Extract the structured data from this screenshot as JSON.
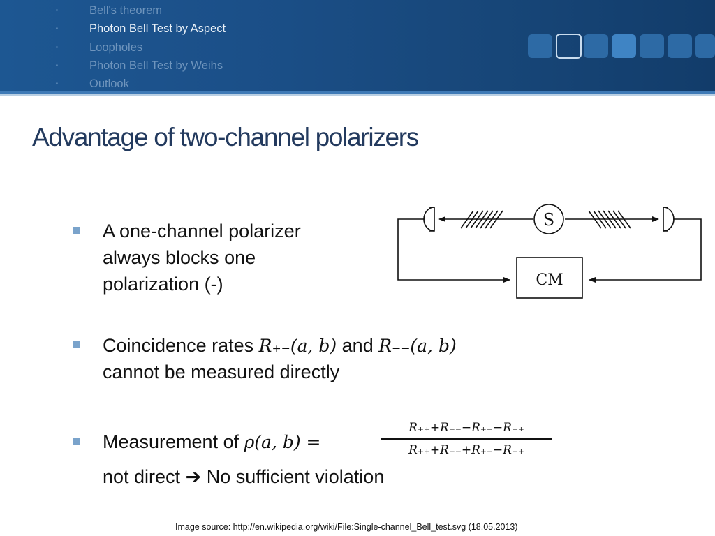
{
  "nav": {
    "items": [
      {
        "label": "Bell's theorem",
        "state": "dim"
      },
      {
        "label": "Photon Bell Test by Aspect",
        "state": "active"
      },
      {
        "label": "Loopholes",
        "state": "dim"
      },
      {
        "label": "Photon Bell Test by Weihs",
        "state": "dim"
      },
      {
        "label": "Outlook",
        "state": "dim"
      }
    ],
    "bullet_glyph": "▪"
  },
  "slide": {
    "title": "Advantage of two-channel polarizers"
  },
  "bullets": {
    "b1": {
      "line1": "A one-channel polarizer",
      "line2": "always blocks one",
      "line3": "polarization (-)"
    },
    "b2": {
      "pre": "Coincidence rates ",
      "r1": "R₊₋(a, b)",
      "mid": " and ",
      "r2": "R₋₋(a, b)",
      "line2": "cannot be measured directly"
    },
    "b3": {
      "pre": "Measurement of ",
      "rho": "ρ(a, b) =",
      "num": "R₊₊+R₋₋−R₊₋−R₋₊",
      "den": "R₊₊+R₋₋+R₊₋−R₋₊",
      "line2_pre": "not direct ",
      "arrow": "➔",
      "line2_post": " No sufficient violation"
    }
  },
  "diagram": {
    "source_label": "S",
    "counter_label": "CM"
  },
  "source_credit": "Image source: http://en.wikipedia.org/wiki/File:Single-channel_Bell_test.svg (18.05.2013)"
}
